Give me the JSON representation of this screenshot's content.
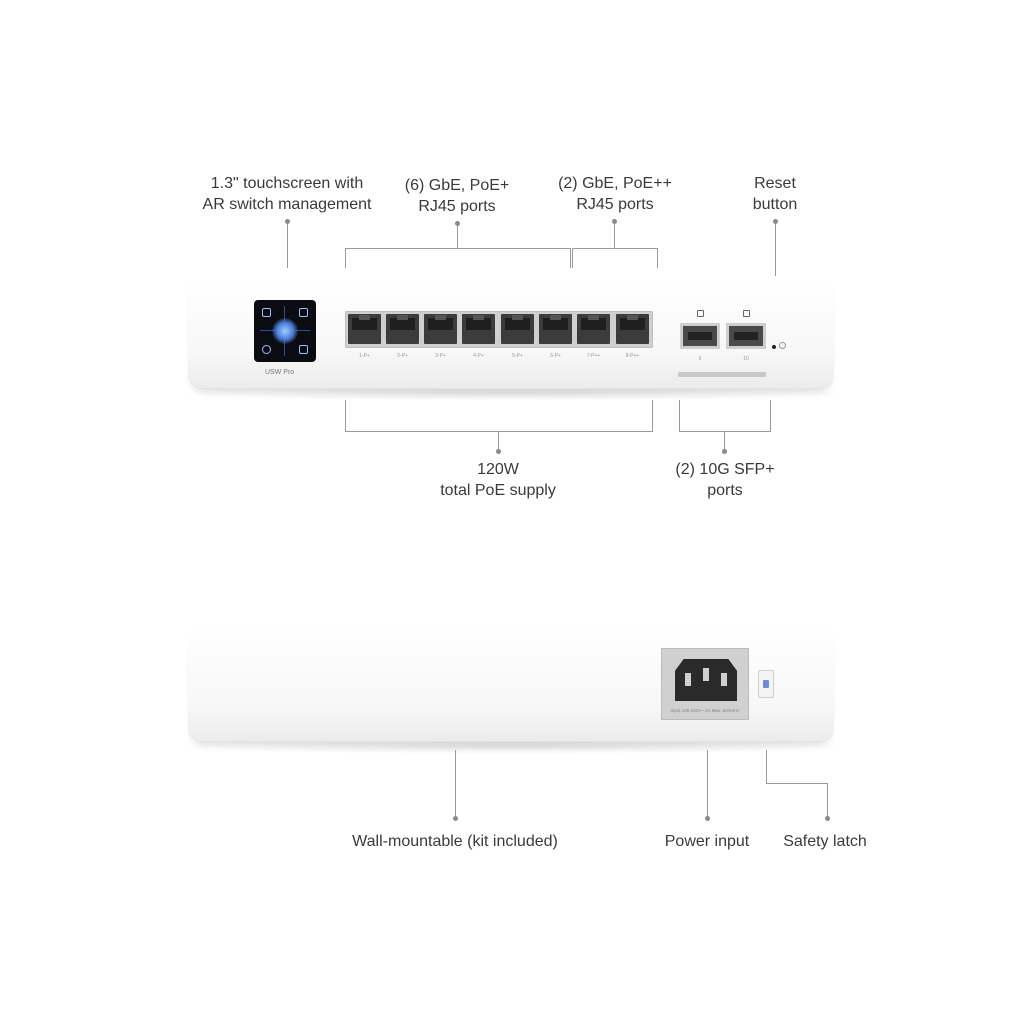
{
  "front_callouts": {
    "touchscreen": [
      "1.3\" touchscreen with",
      "AR switch management"
    ],
    "gbe_poe_plus": [
      "(6) GbE, PoE+",
      "RJ45 ports"
    ],
    "gbe_poe_plusplus": [
      "(2) GbE, PoE++",
      "RJ45 ports"
    ],
    "reset": [
      "Reset",
      "button"
    ],
    "poe_supply": [
      "120W",
      "total PoE supply"
    ],
    "sfp": [
      "(2) 10G SFP+",
      "ports"
    ]
  },
  "back_callouts": {
    "wall_mount": "Wall-mountable (kit included)",
    "power_input": "Power input",
    "safety_latch": "Safety latch"
  },
  "device": {
    "model_tag": "USW Pro",
    "port_numbers": [
      "1-P+",
      "2-P+",
      "3-P+",
      "4-P+",
      "5-P+",
      "6-P+",
      "7-P++",
      "8-P++"
    ],
    "sfp_numbers": [
      "9",
      "10"
    ],
    "power_rating": "Input 100-240V~ 2A Max. 50/60Hz"
  },
  "colors": {
    "device_body": "#f7f7f7",
    "screen": "#0b0b12",
    "ports": "#3c3c3c",
    "label_text": "#3a3a3a"
  }
}
